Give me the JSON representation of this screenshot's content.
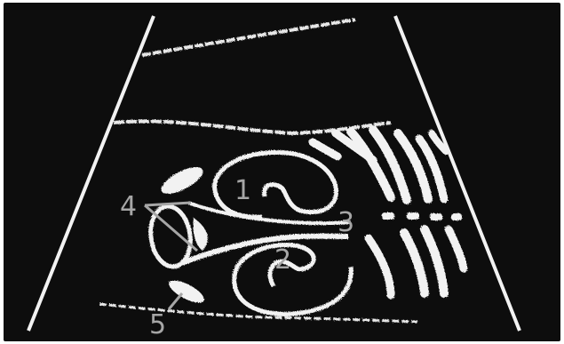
{
  "image": {
    "background": "#0d0d0d",
    "structure_color": "#f2f2f2",
    "label_color": "#a6a6a6"
  },
  "labels": [
    {
      "id": "1",
      "text": "1"
    },
    {
      "id": "2",
      "text": "2"
    },
    {
      "id": "3",
      "text": "3"
    },
    {
      "id": "4",
      "text": "4"
    },
    {
      "id": "5",
      "text": "5"
    }
  ]
}
